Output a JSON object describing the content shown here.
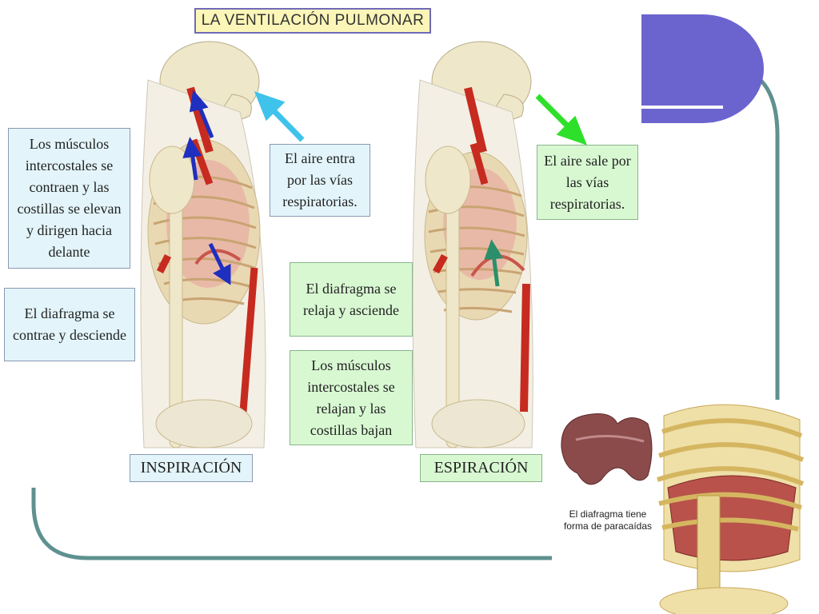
{
  "title": "LA VENTILACIÓN PULMONAR",
  "inspiration": {
    "muscles_note": "Los músculos intercostales se contraen y las costillas se elevan y dirigen hacia delante",
    "diaphragm_note": "El diafragma se contrae y desciende",
    "air_note": "El aire entra por las vías respiratorias.",
    "label": "INSPIRACIÓN"
  },
  "expiration": {
    "air_note": "El aire sale por las vías respiratorias.",
    "diaphragm_note": "El diafragma se relaja y asciende",
    "muscles_note": "Los músculos intercostales se relajan y las costillas bajan",
    "label": "ESPIRACIÓN"
  },
  "inset_caption": "El diafragma tiene forma de paracaídas",
  "colors": {
    "accent_shape": "#6b64cf",
    "frame_line": "#5e9190",
    "blue_box": "#e3f5fb",
    "green_box": "#d8f8d2",
    "title_box": "#fbf6b8",
    "arrow_in_air": "#3fc3ea",
    "arrow_out_air": "#2fe02b",
    "arrow_muscle": "#1f2fbf",
    "muscle_red": "#c72a1f"
  }
}
